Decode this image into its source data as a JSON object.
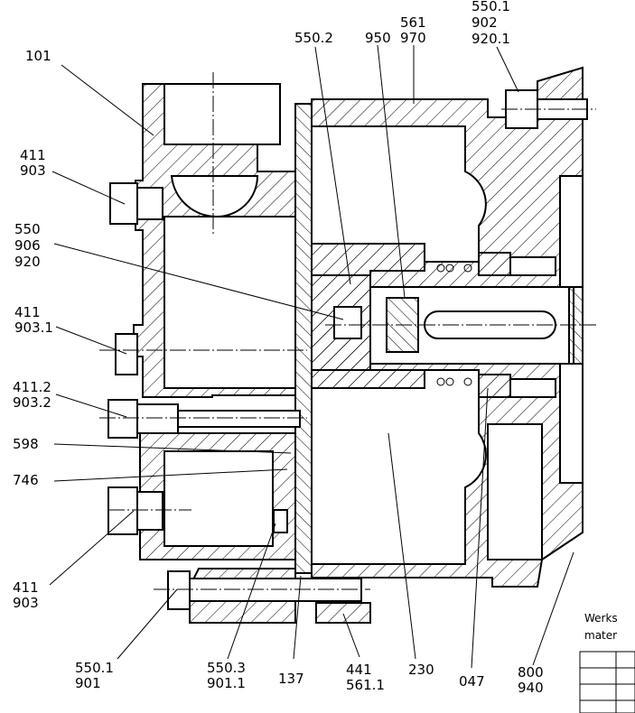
{
  "labels": {
    "l_101": "101",
    "l_411_a": "411",
    "l_903_a": "903",
    "l_550": "550",
    "l_906": "906",
    "l_920": "920",
    "l_411_b": "411",
    "l_903_1": "903.1",
    "l_411_2": "411.2",
    "l_903_2": "903.2",
    "l_598": "598",
    "l_746": "746",
    "l_411_c": "411",
    "l_903_c": "903",
    "l_550_2": "550.2",
    "l_950": "950",
    "l_561": "561",
    "l_970": "970",
    "l_550_1_top": "550.1",
    "l_902": "902",
    "l_920_1": "920.1",
    "l_550_1_bot": "550.1",
    "l_901": "901",
    "l_550_3": "550.3",
    "l_901_1": "901.1",
    "l_137": "137",
    "l_441": "441",
    "l_561_1": "561.1",
    "l_230": "230",
    "l_047": "047",
    "l_800": "800",
    "l_940": "940"
  },
  "title_block": {
    "werks": "Werks",
    "mater": "mater"
  }
}
